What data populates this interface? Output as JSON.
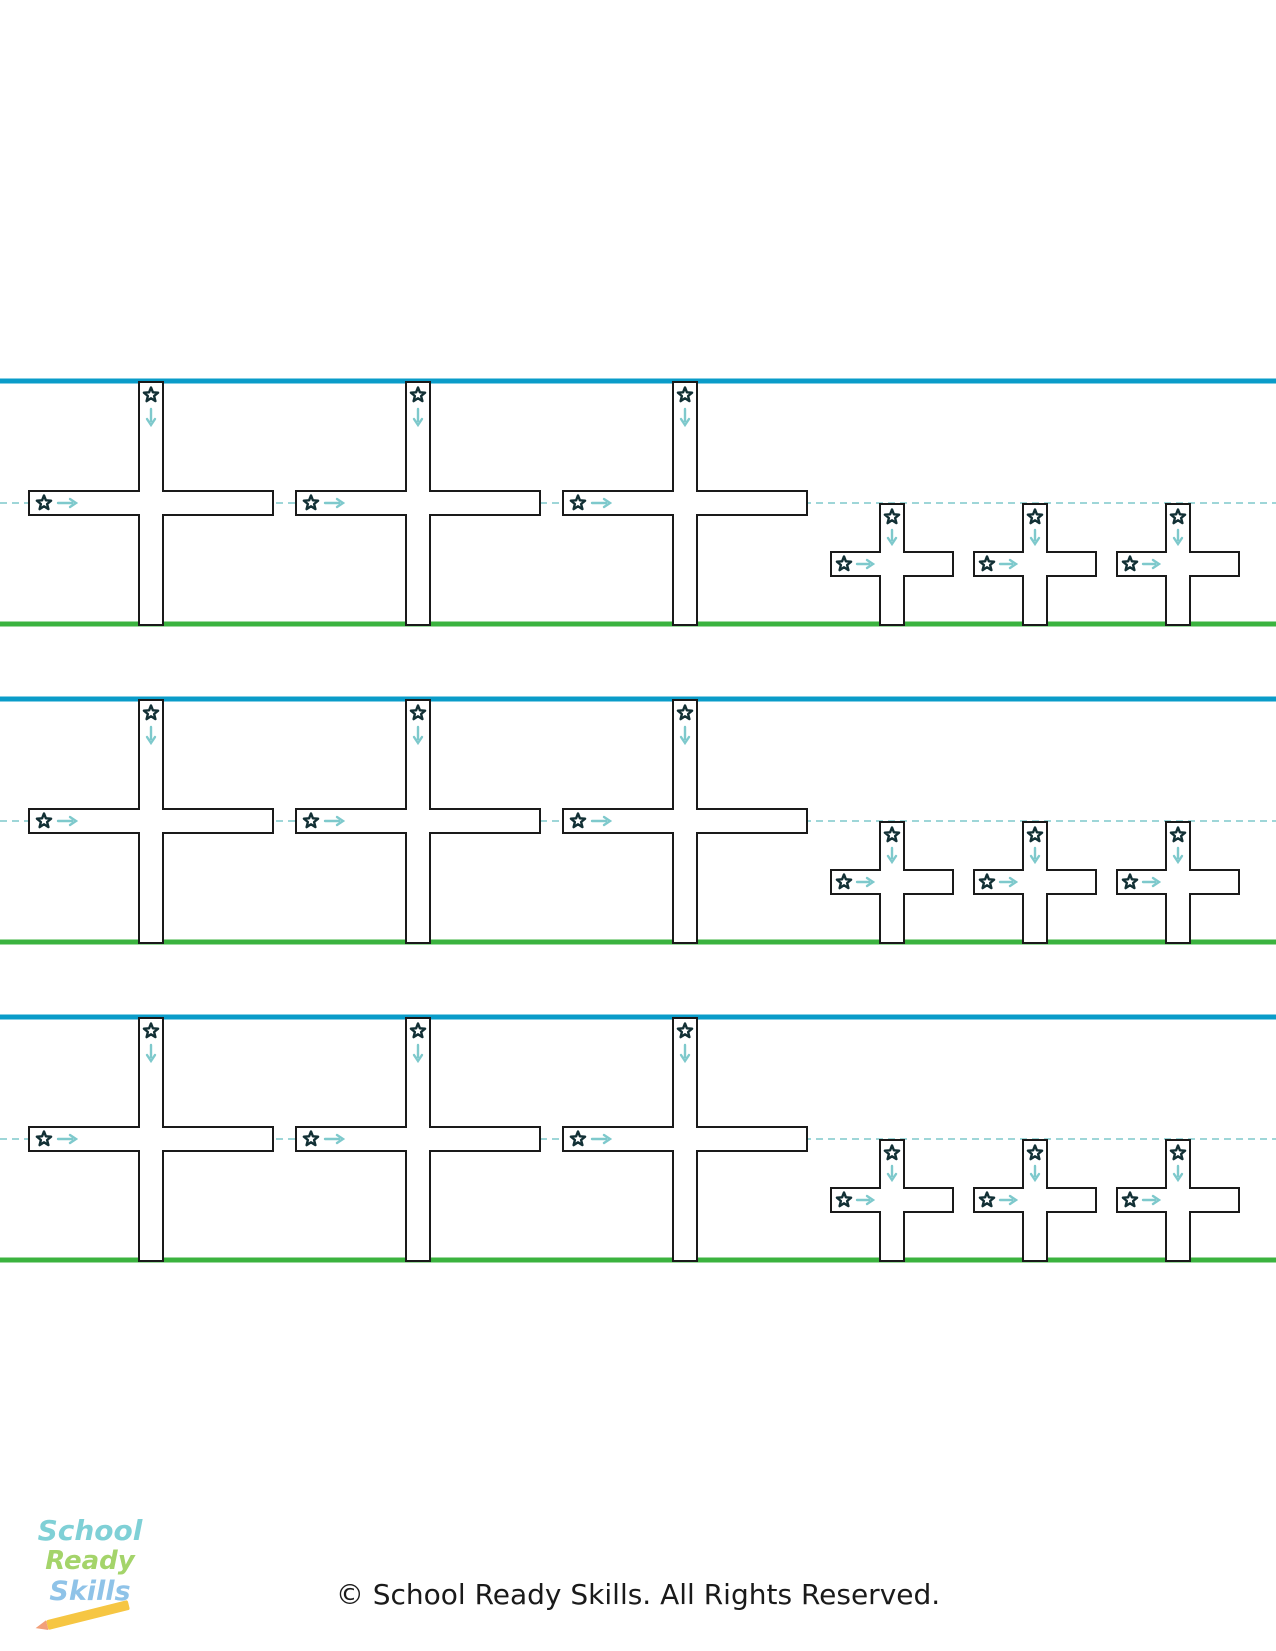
{
  "worksheet": {
    "rows": 3,
    "large_crosses_per_row": 3,
    "small_crosses_per_row": 3,
    "colors": {
      "top_line": "#0a9cc9",
      "base_line": "#3bb33f",
      "mid_dash": "#7ec9cc",
      "guide_arrow": "#7ec9cc",
      "outline": "#1a1a1a",
      "star_stroke": "#123035"
    },
    "icons": [
      "start-star-icon",
      "arrow-down-icon",
      "arrow-right-icon"
    ]
  },
  "footer": {
    "copyright": "© School Ready Skills. All Rights Reserved.",
    "logo": [
      "School",
      "Ready",
      "Skills"
    ]
  }
}
